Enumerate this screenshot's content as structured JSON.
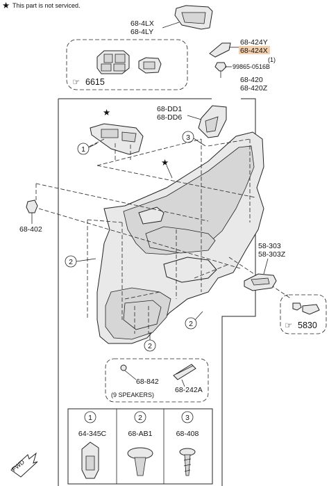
{
  "note": {
    "text": "This part is not serviced."
  },
  "labels": {
    "switch_bezel": [
      "68-4LX",
      "68-4LY"
    ],
    "group_ref_6615": "6615",
    "trim_cap": [
      "68-424Y",
      "68-424X"
    ],
    "clip_qty": "(1)",
    "screw_part": "99865-0516B",
    "door_trim": [
      "68-420",
      "68-420Z"
    ],
    "pull_handle": [
      "68-DD1",
      "68-DD6"
    ],
    "clip_402": "68-402",
    "inner_handle": [
      "58-303",
      "58-303Z"
    ],
    "group_ref_5830": "5830",
    "grommet": "68-842",
    "grille": "68-242A",
    "speakers_note": "(9 SPEAKERS)"
  },
  "callouts": [
    "1",
    "2",
    "3"
  ],
  "legend": [
    {
      "num": "1",
      "part": "64-345C"
    },
    {
      "num": "2",
      "part": "68-AB1"
    },
    {
      "num": "3",
      "part": "68-408"
    }
  ],
  "fwd": "FWD",
  "highlight_color": "#e8a86a"
}
